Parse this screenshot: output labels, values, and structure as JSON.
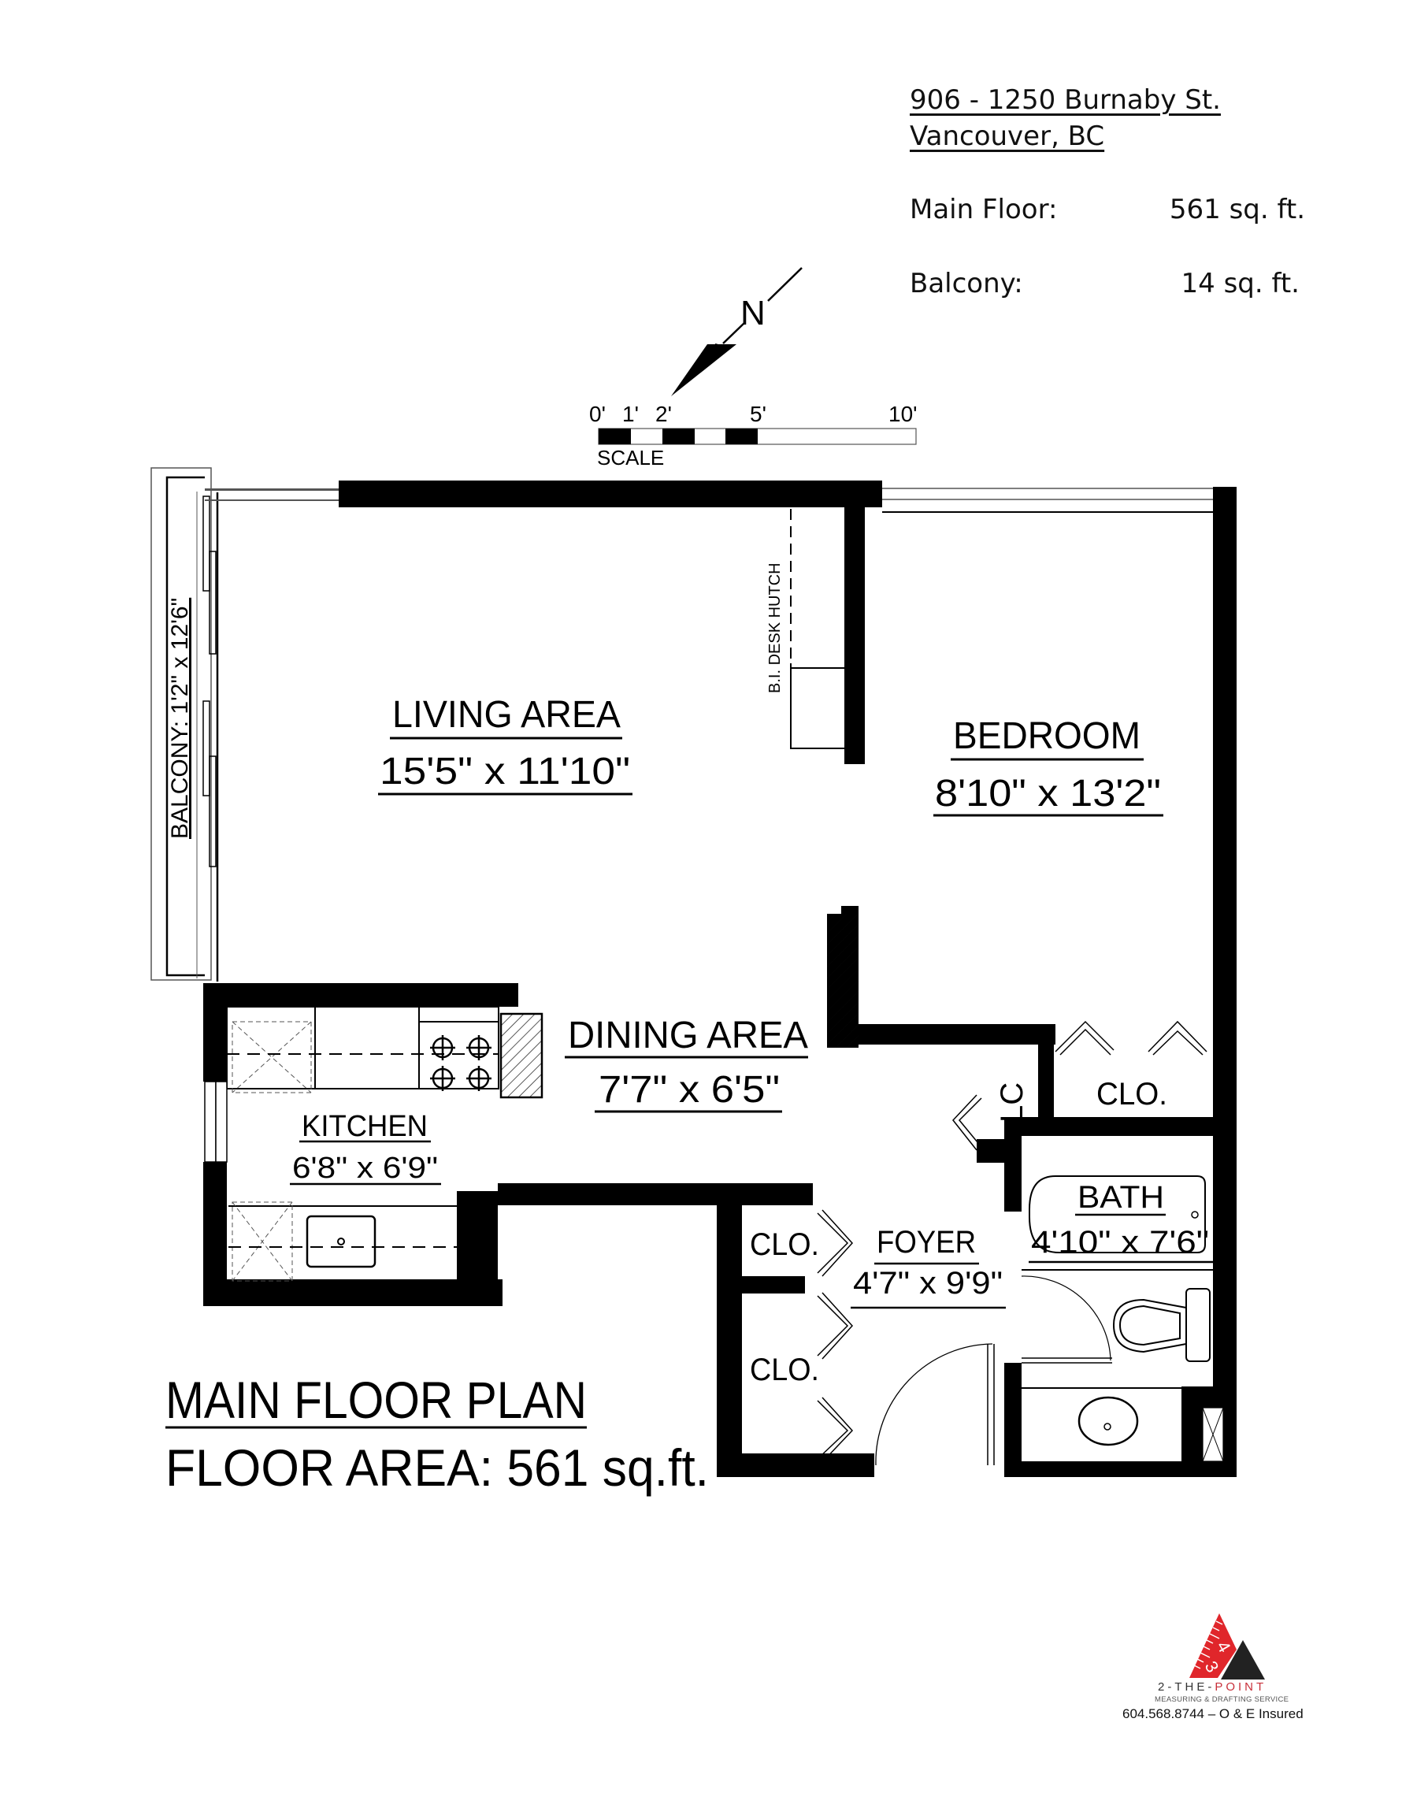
{
  "header": {
    "address_line1": "906 - 1250 Burnaby St.",
    "address_line2": "Vancouver, BC",
    "areas": [
      {
        "label": "Main Floor:",
        "value": "561 sq. ft."
      },
      {
        "label": "Balcony:",
        "value": "14 sq. ft."
      }
    ]
  },
  "compass": {
    "label": "N",
    "icon": "north-arrow-icon"
  },
  "scale_bar": {
    "ticks": [
      "0'",
      "1'",
      "2'",
      "5'",
      "10'"
    ],
    "label": "SCALE"
  },
  "rooms": {
    "living": {
      "name": "LIVING AREA",
      "dims": "15'5\" x 11'10\""
    },
    "bedroom": {
      "name": "BEDROOM",
      "dims": "8'10\" x 13'2\""
    },
    "dining": {
      "name": "DINING AREA",
      "dims": "7'7\" x 6'5\""
    },
    "kitchen": {
      "name": "KITCHEN",
      "dims": "6'8\" x 6'9\""
    },
    "foyer": {
      "name": "FOYER",
      "dims": "4'7\" x 9'9\""
    },
    "bath": {
      "name": "BATH",
      "dims": "4'10\" x 7'6\""
    },
    "balcony": {
      "name": "BALCONY: 1'2\" x 12'6\""
    },
    "desk_hutch": {
      "name": "B.I. DESK HUTCH"
    },
    "linen_closet": {
      "name": "LC"
    },
    "closet_bedroom": {
      "name": "CLO."
    },
    "closet_foyer_upper": {
      "name": "CLO."
    },
    "closet_foyer_lower": {
      "name": "CLO."
    }
  },
  "plan_title": {
    "title": "MAIN FLOOR PLAN",
    "floor_area": "FLOOR AREA: 561 sq.ft."
  },
  "footer": {
    "brand_prefix": "2-THE-",
    "brand_suffix": "POINT",
    "tagline": "MEASURING & DRAFTING SERVICE",
    "logo_digits": [
      "4",
      "3"
    ],
    "phone_line": "604.568.8744 – O & E Insured",
    "colors": {
      "logo_red": "#e0262b",
      "logo_dark": "#222222",
      "brand_red": "#c8303a"
    }
  }
}
